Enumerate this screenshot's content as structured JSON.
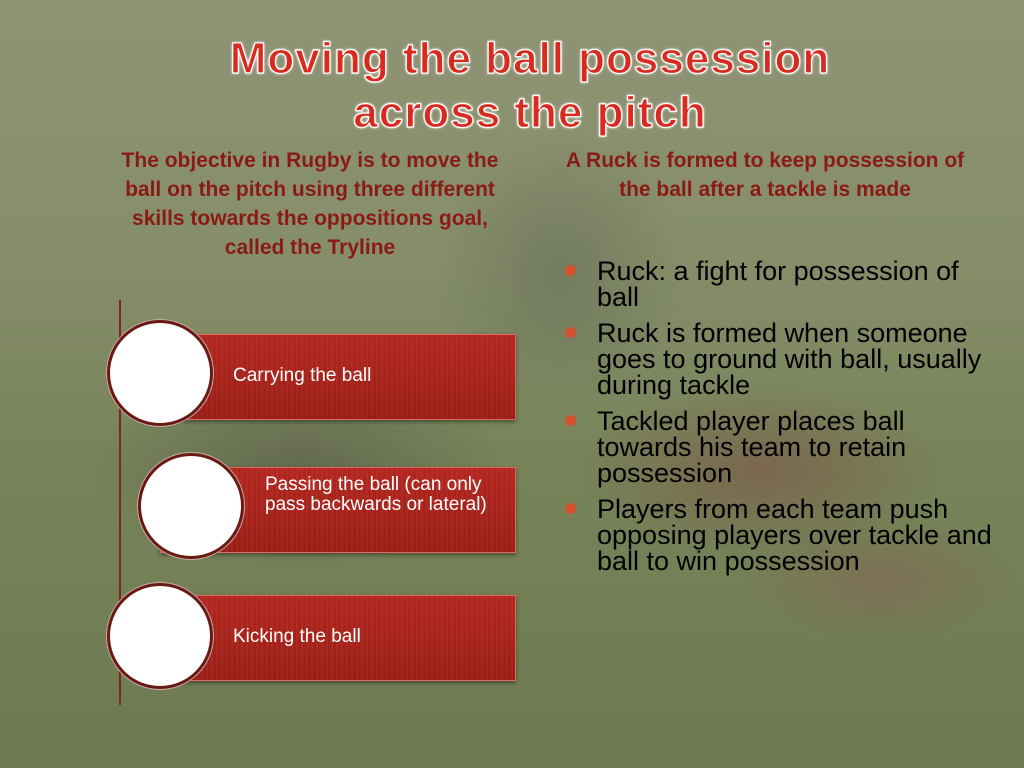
{
  "slide": {
    "title_line1": "Moving the ball possession",
    "title_line2": "across the pitch",
    "left_intro": "The objective in Rugby is to move the ball on the pitch using three different skills towards the oppositions goal, called the Tryline",
    "right_intro": "A Ruck is formed to keep possession of the ball after a tackle is made",
    "skills": [
      {
        "label": "Carrying the ball"
      },
      {
        "label": "Passing the ball (can only pass backwards or lateral)"
      },
      {
        "label": "Kicking the ball"
      }
    ],
    "bullets": [
      {
        "text": "Ruck: a fight for possession of ball"
      },
      {
        "text": "Ruck is formed when someone goes to ground with ball, usually during tackle"
      },
      {
        "text": "Tackled player places ball towards his team to retain possession"
      },
      {
        "text": "Players from each team push opposing players over tackle and ball to win possession"
      }
    ]
  },
  "colors": {
    "title_red": "#d82a1f",
    "intro_text": "#8a1b14",
    "bar_red": "#a8231b",
    "bullet_orange": "#d4512e"
  }
}
